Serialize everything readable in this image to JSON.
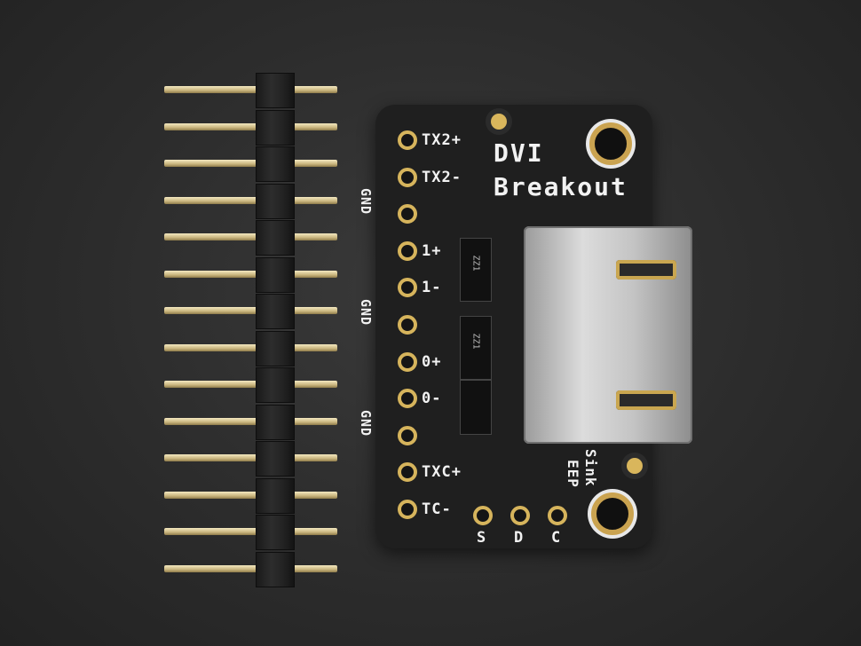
{
  "scene": {
    "description": "Product photo of a DVI Breakout board beside a 14-pin male header strip on a dark background",
    "background_color": "#2c2c2c"
  },
  "header_strip": {
    "pin_count": 14,
    "pin_color": "#d9c78f",
    "housing_color": "#222222"
  },
  "board": {
    "title_line1": "DVI",
    "title_line2": "Breakout",
    "left_pads": [
      {
        "label": "TX2+"
      },
      {
        "label": "TX2-"
      },
      {
        "label": "GND"
      },
      {
        "label": "1+"
      },
      {
        "label": "1-"
      },
      {
        "label": "GND"
      },
      {
        "label": "0+"
      },
      {
        "label": "0-"
      },
      {
        "label": "GND"
      },
      {
        "label": "TXC+"
      },
      {
        "label": "TC-"
      }
    ],
    "bottom_pads": [
      {
        "label": "S"
      },
      {
        "label": "D"
      },
      {
        "label": "C"
      }
    ],
    "side_labels": [
      "Sink",
      "EEP"
    ],
    "chip_marking": "ZZ1",
    "pcb_color": "#1f1f1f",
    "gold_color": "#d6b45c"
  }
}
